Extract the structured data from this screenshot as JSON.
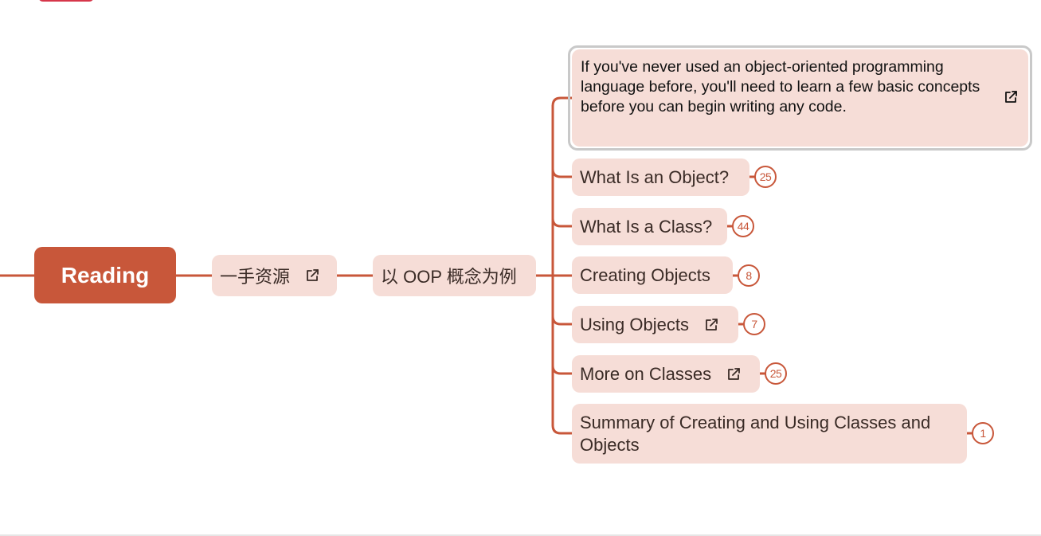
{
  "root": {
    "label": "Reading"
  },
  "level1": {
    "label": "一手资源",
    "has_link": true
  },
  "level2": {
    "label": "以 OOP 概念为例"
  },
  "note": {
    "text": "If you've never used an object-oriented programming language before, you'll need to learn a few basic concepts before you can begin writing any code.",
    "has_link": true
  },
  "children": [
    {
      "label": "What Is an Object?",
      "badge": "25",
      "has_link": false
    },
    {
      "label": "What Is a Class?",
      "badge": "44",
      "has_link": false
    },
    {
      "label": "Creating Objects",
      "badge": "8",
      "has_link": false
    },
    {
      "label": "Using Objects",
      "badge": "7",
      "has_link": true
    },
    {
      "label": "More on Classes",
      "badge": "25",
      "has_link": true
    },
    {
      "label": "Summary of Creating and Using Classes and Objects",
      "badge": "1",
      "has_link": false
    }
  ],
  "icons": {
    "link": "external-link-icon"
  },
  "colors": {
    "accent": "#c8573a",
    "topic_bg": "#f6ddd7",
    "text": "#3a2b26",
    "note_border": "#c9c9c9"
  }
}
